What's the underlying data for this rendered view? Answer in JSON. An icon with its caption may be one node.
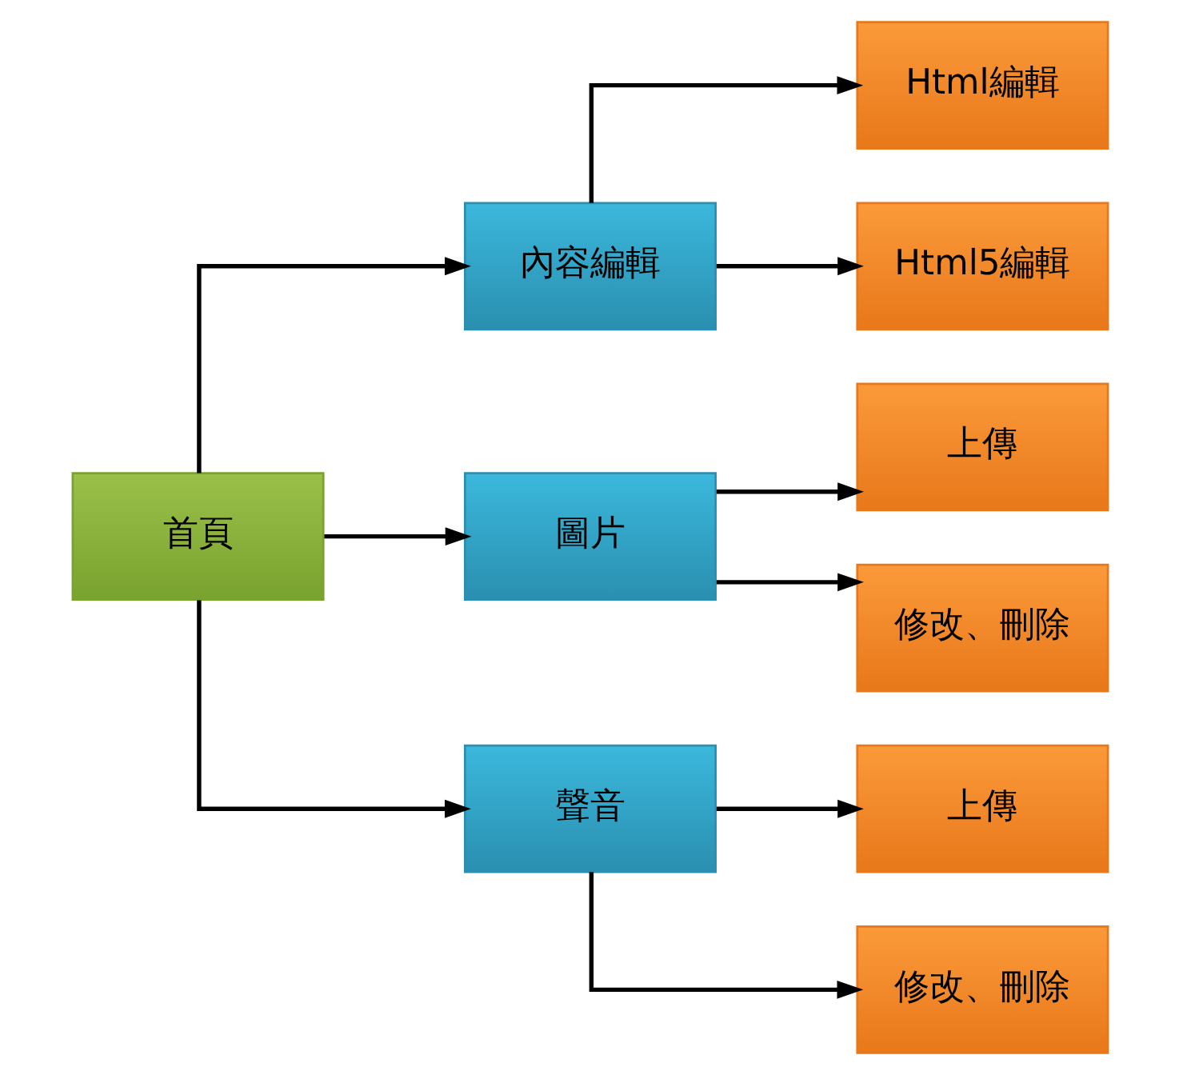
{
  "diagram": {
    "nodes": [
      {
        "text": [
          "首頁"
        ]
      },
      {
        "text": [
          "內容編輯"
        ]
      },
      {
        "text": [
          "Html編輯"
        ]
      },
      {
        "text": [
          "Html5編輯"
        ]
      },
      {
        "text": [
          "圖片"
        ]
      },
      {
        "text": [
          "上傳"
        ]
      },
      {
        "text": [
          "修改、刪除"
        ]
      },
      {
        "text": [
          "聲音"
        ]
      },
      {
        "text": [
          "上傳"
        ]
      },
      {
        "text": [
          "修改、刪除"
        ]
      }
    ],
    "edges": [
      {
        "from": 0,
        "to": 1,
        "arrow": "to"
      },
      {
        "from": 0,
        "to": 4,
        "arrow": "to"
      },
      {
        "from": 0,
        "to": 7,
        "arrow": "to"
      },
      {
        "from": 1,
        "to": 2,
        "arrow": "to"
      },
      {
        "from": 1,
        "to": 3,
        "arrow": "to"
      },
      {
        "from": 4,
        "to": 5,
        "arrow": "to"
      },
      {
        "from": 4,
        "to": 6,
        "arrow": "to"
      },
      {
        "from": 7,
        "to": 8,
        "arrow": "to"
      },
      {
        "from": 7,
        "to": 9,
        "arrow": "to"
      }
    ]
  }
}
